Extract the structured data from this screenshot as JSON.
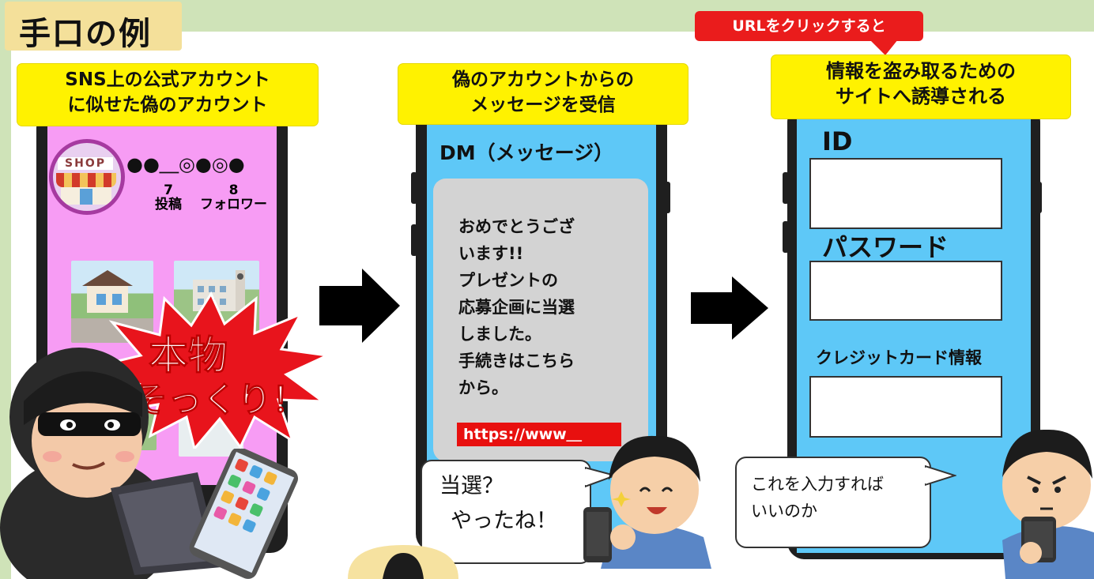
{
  "header": {
    "title": "手口の例"
  },
  "panel1": {
    "label_line1": "SNS上の公式アカウント",
    "label_line2": "に似せた偽のアカウント",
    "shop_sign": "SHOP",
    "account_name": "●●＿◎●◎●",
    "stats": [
      {
        "value": "7",
        "label": "投稿"
      },
      {
        "value": "8",
        "label": "フォロワー"
      }
    ],
    "burst_line1": "本物",
    "burst_line2": "そっくり！"
  },
  "panel2": {
    "label_line1": "偽のアカウントからの",
    "label_line2": "メッセージを受信",
    "header": "DM（メッセージ）",
    "message": "おめでとうござ\nいます!!\nプレゼントの\n応募企画に当選\nしました。\n手続きはこちら\nから。",
    "link": "https://www＿",
    "speech_line1": "当選？",
    "speech_line2": "やったね！"
  },
  "panel3": {
    "banner": "URLをクリックすると",
    "label_line1": "情報を盗み取るための",
    "label_line2": "サイトへ誘導される",
    "field_id": "ID",
    "field_password": "パスワード",
    "field_card": "クレジットカード情報",
    "speech_line1": "これを入力すれば",
    "speech_line2": "いいのか"
  },
  "colors": {
    "frame_green": "#cfe3b8",
    "label_yellow": "#fff200",
    "phone_pink": "#f79cf4",
    "phone_blue": "#5ec8f7",
    "alert_red": "#ea1c1c",
    "burst_red": "#e8141c"
  },
  "icons": [
    "shop-icon",
    "arrow-right-icon",
    "thief-icon",
    "person-icon",
    "tablet-icon"
  ]
}
